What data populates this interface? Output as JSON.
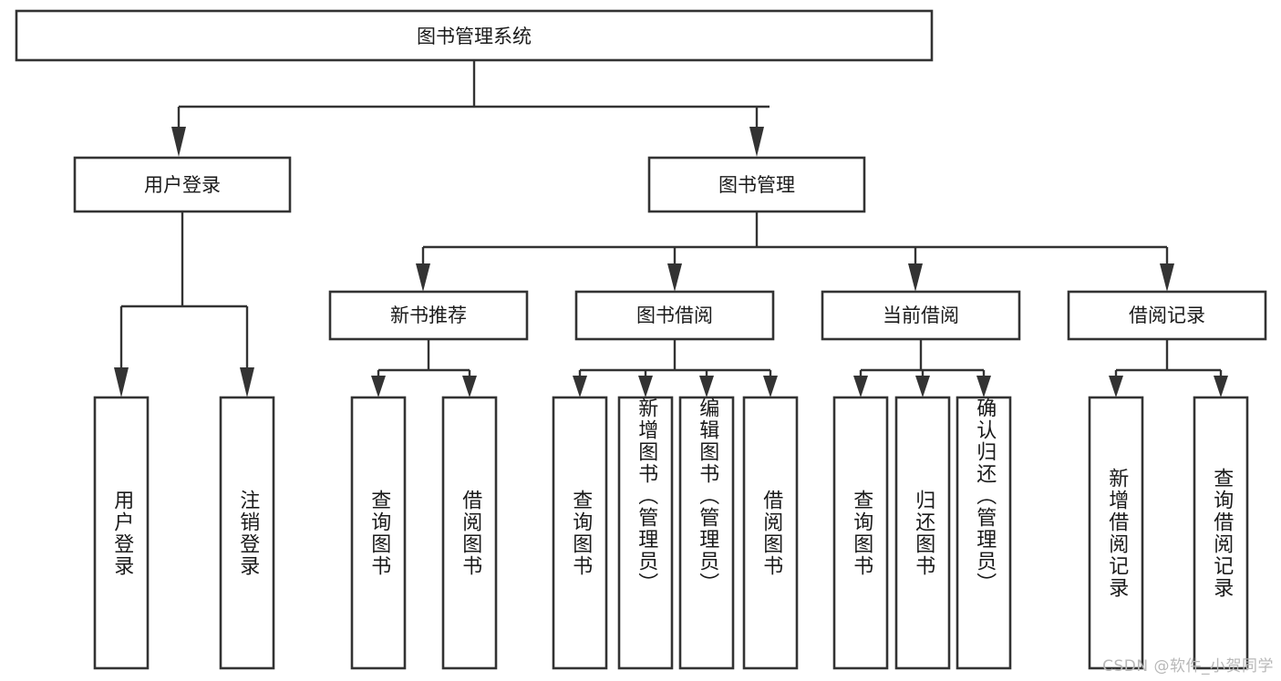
{
  "diagram": {
    "title": "图书管理系统",
    "type": "tree-hierarchy",
    "root": {
      "label": "图书管理系统",
      "orientation": "horizontal"
    },
    "level2": [
      {
        "label": "用户登录"
      },
      {
        "label": "图书管理"
      }
    ],
    "level3": [
      {
        "label": "新书推荐"
      },
      {
        "label": "图书借阅"
      },
      {
        "label": "当前借阅"
      },
      {
        "label": "借阅记录"
      }
    ],
    "leaves": {
      "user_login": [
        {
          "label": "用户登录"
        },
        {
          "label": "注销登录"
        }
      ],
      "new_book_recommend": [
        {
          "label": "查询图书"
        },
        {
          "label": "借阅图书"
        }
      ],
      "book_borrow": [
        {
          "label": "查询图书"
        },
        {
          "label": "新增图书（管理员）"
        },
        {
          "label": "编辑图书（管理员）"
        },
        {
          "label": "借阅图书"
        }
      ],
      "current_borrow": [
        {
          "label": "查询图书"
        },
        {
          "label": "归还图书"
        },
        {
          "label": "确认归还（管理员）"
        }
      ],
      "borrow_record": [
        {
          "label": "新增借阅记录"
        },
        {
          "label": "查询借阅记录"
        }
      ]
    }
  },
  "watermark": {
    "text": "CSDN @软件_小贺同学"
  },
  "colors": {
    "box_stroke": "#333333",
    "box_fill": "#ffffff",
    "text": "#1a1a1a",
    "watermark": "#b8b8b8",
    "background": "#ffffff"
  }
}
